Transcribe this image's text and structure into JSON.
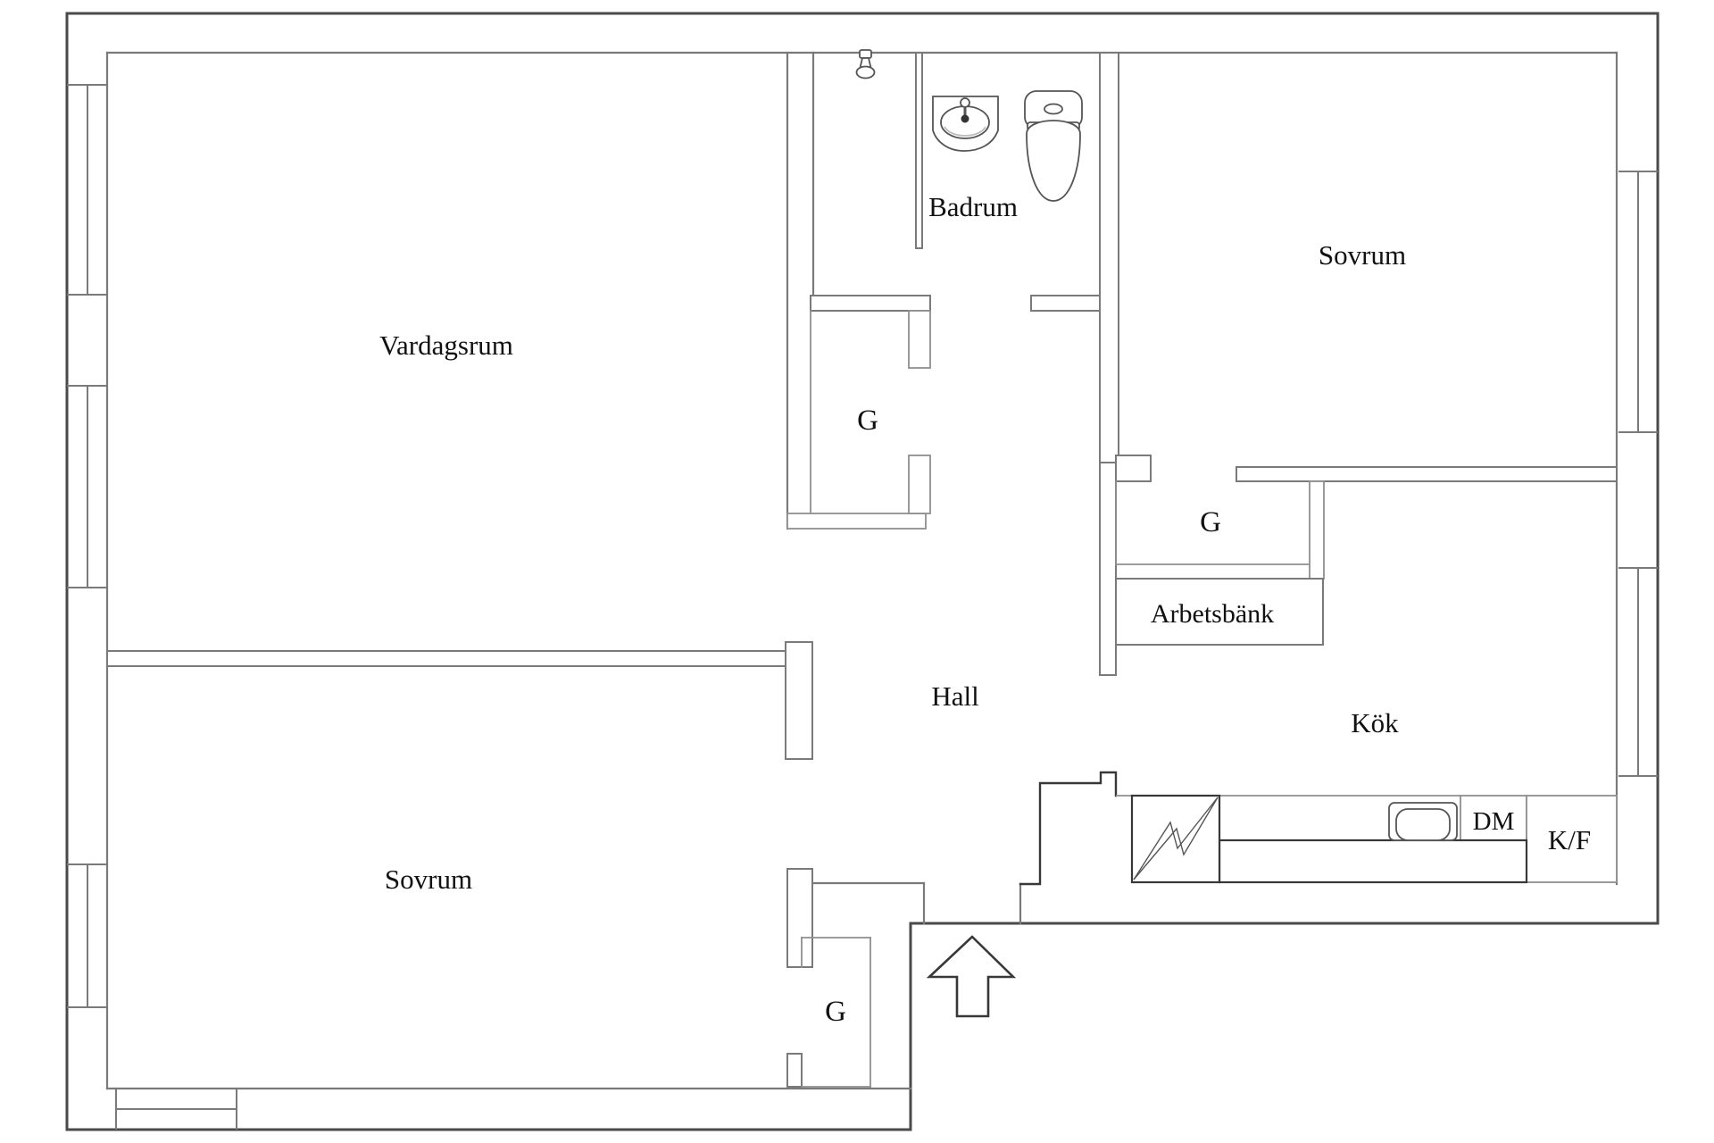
{
  "title": "Apartment floor plan",
  "colors": {
    "background": "#ffffff",
    "wall_outer": "#4a4a4a",
    "wall_inner": "#7a7a7a",
    "closet_line": "#8f8f8f",
    "fixture_line": "#555555",
    "emphasis_line": "#383838",
    "text": "#111111"
  },
  "rooms": {
    "vardagsrum": {
      "label": "Vardagsrum"
    },
    "sovrum_ne": {
      "label": "Sovrum"
    },
    "badrum": {
      "label": "Badrum"
    },
    "hall": {
      "label": "Hall"
    },
    "kok": {
      "label": "Kök"
    },
    "sovrum_sw": {
      "label": "Sovrum"
    }
  },
  "features": {
    "arbetsbank": {
      "label": "Arbetsbänk"
    },
    "closet_mid": {
      "label": "G"
    },
    "closet_ne": {
      "label": "G"
    },
    "closet_sw": {
      "label": "G"
    },
    "dishwasher": {
      "label": "DM"
    },
    "fridge_freezer": {
      "label": "K/F"
    }
  },
  "symbols": {
    "entrance_arrow": "entrance-direction-arrow",
    "shower": "shower-head",
    "bathroom_sink": "bathroom-sink-with-faucet",
    "toilet": "toilet",
    "kitchen_sink": "kitchen-sink",
    "stove": "stove-lightning-symbol",
    "windows": "window-markers"
  }
}
